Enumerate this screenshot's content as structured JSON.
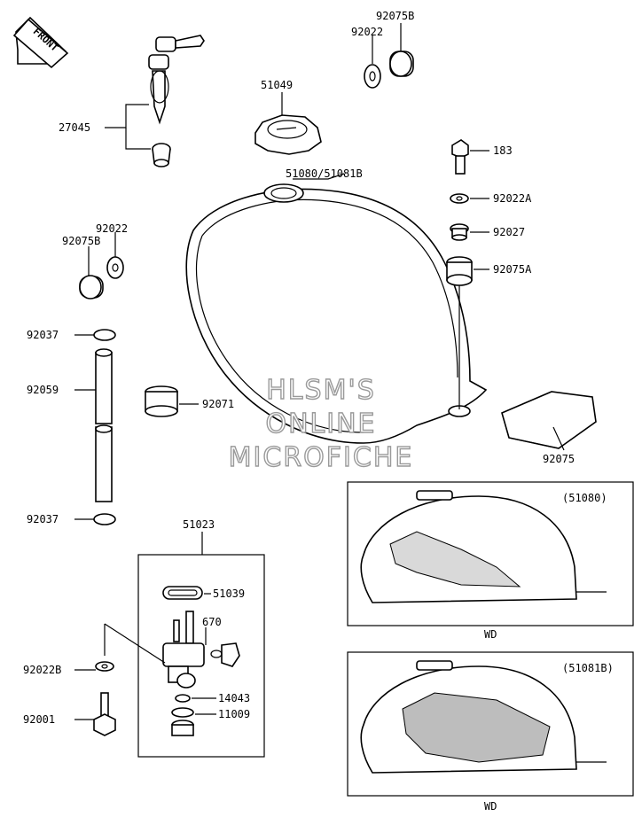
{
  "front_marker": "FRONT",
  "watermark": [
    "HLSM'S",
    "ONLINE",
    "MICROFICHE"
  ],
  "callouts": {
    "c27045": "27045",
    "c92022_top": "92022",
    "c92075B_top": "92075B",
    "c51049": "51049",
    "c51080": "51080/51081B",
    "c183": "183",
    "c92022A": "92022A",
    "c92027": "92027",
    "c92075A": "92075A",
    "c92022_left": "92022",
    "c92075B_left": "92075B",
    "c92037_top": "92037",
    "c92059": "92059",
    "c92071": "92071",
    "c92075": "92075",
    "c92037_bot": "92037",
    "c51023": "51023",
    "c51039": "51039",
    "c670": "670",
    "c92022B": "92022B",
    "c14043": "14043",
    "c11009": "11009",
    "c92001": "92001"
  },
  "variants": [
    {
      "code": "(51080)",
      "caption": "WD"
    },
    {
      "code": "(51081B)",
      "caption": "WD"
    }
  ]
}
